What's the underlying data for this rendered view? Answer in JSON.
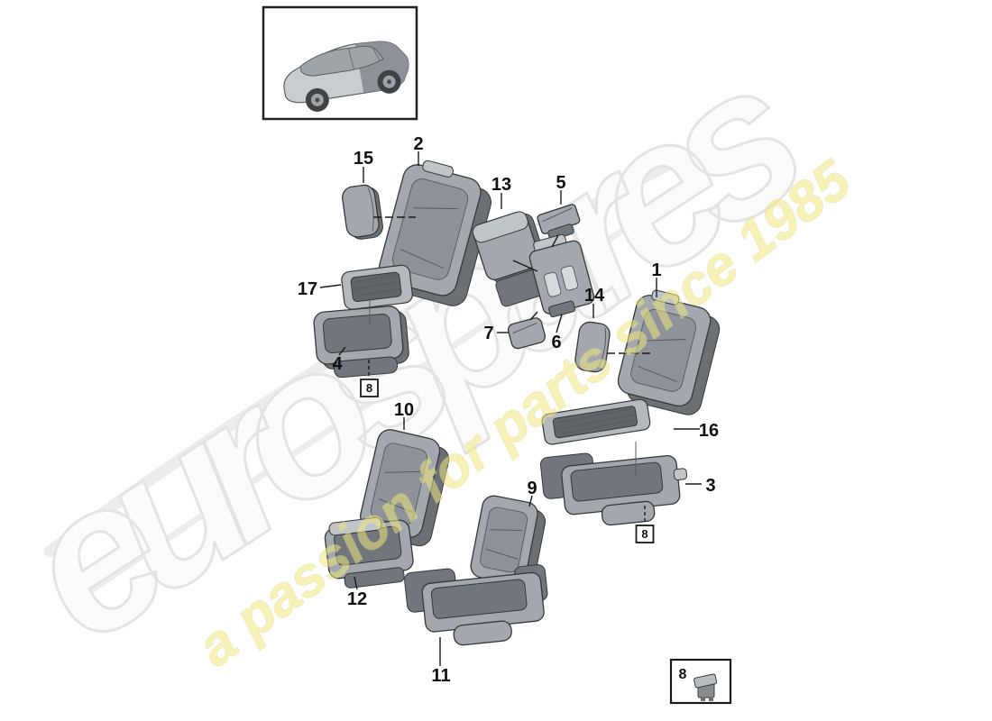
{
  "watermark": {
    "brand": "eurospares",
    "tagline": "a passion for parts since 1985",
    "brand_color": "#e9e9e9",
    "tagline_color": "#efe87f"
  },
  "colors": {
    "background": "#ffffff",
    "line": "#1a1a1a",
    "part_mid": "#a2a8ad",
    "part_dark": "#6b7075",
    "part_light": "#c0c5c9"
  },
  "parts": [
    {
      "label": "1"
    },
    {
      "label": "2"
    },
    {
      "label": "3"
    },
    {
      "label": "4"
    },
    {
      "label": "5"
    },
    {
      "label": "6"
    },
    {
      "label": "7"
    },
    {
      "label": "8"
    },
    {
      "label": "9"
    },
    {
      "label": "10"
    },
    {
      "label": "11"
    },
    {
      "label": "12"
    },
    {
      "label": "13"
    },
    {
      "label": "14"
    },
    {
      "label": "15"
    },
    {
      "label": "16"
    },
    {
      "label": "17"
    }
  ],
  "clip": {
    "label": "8"
  }
}
